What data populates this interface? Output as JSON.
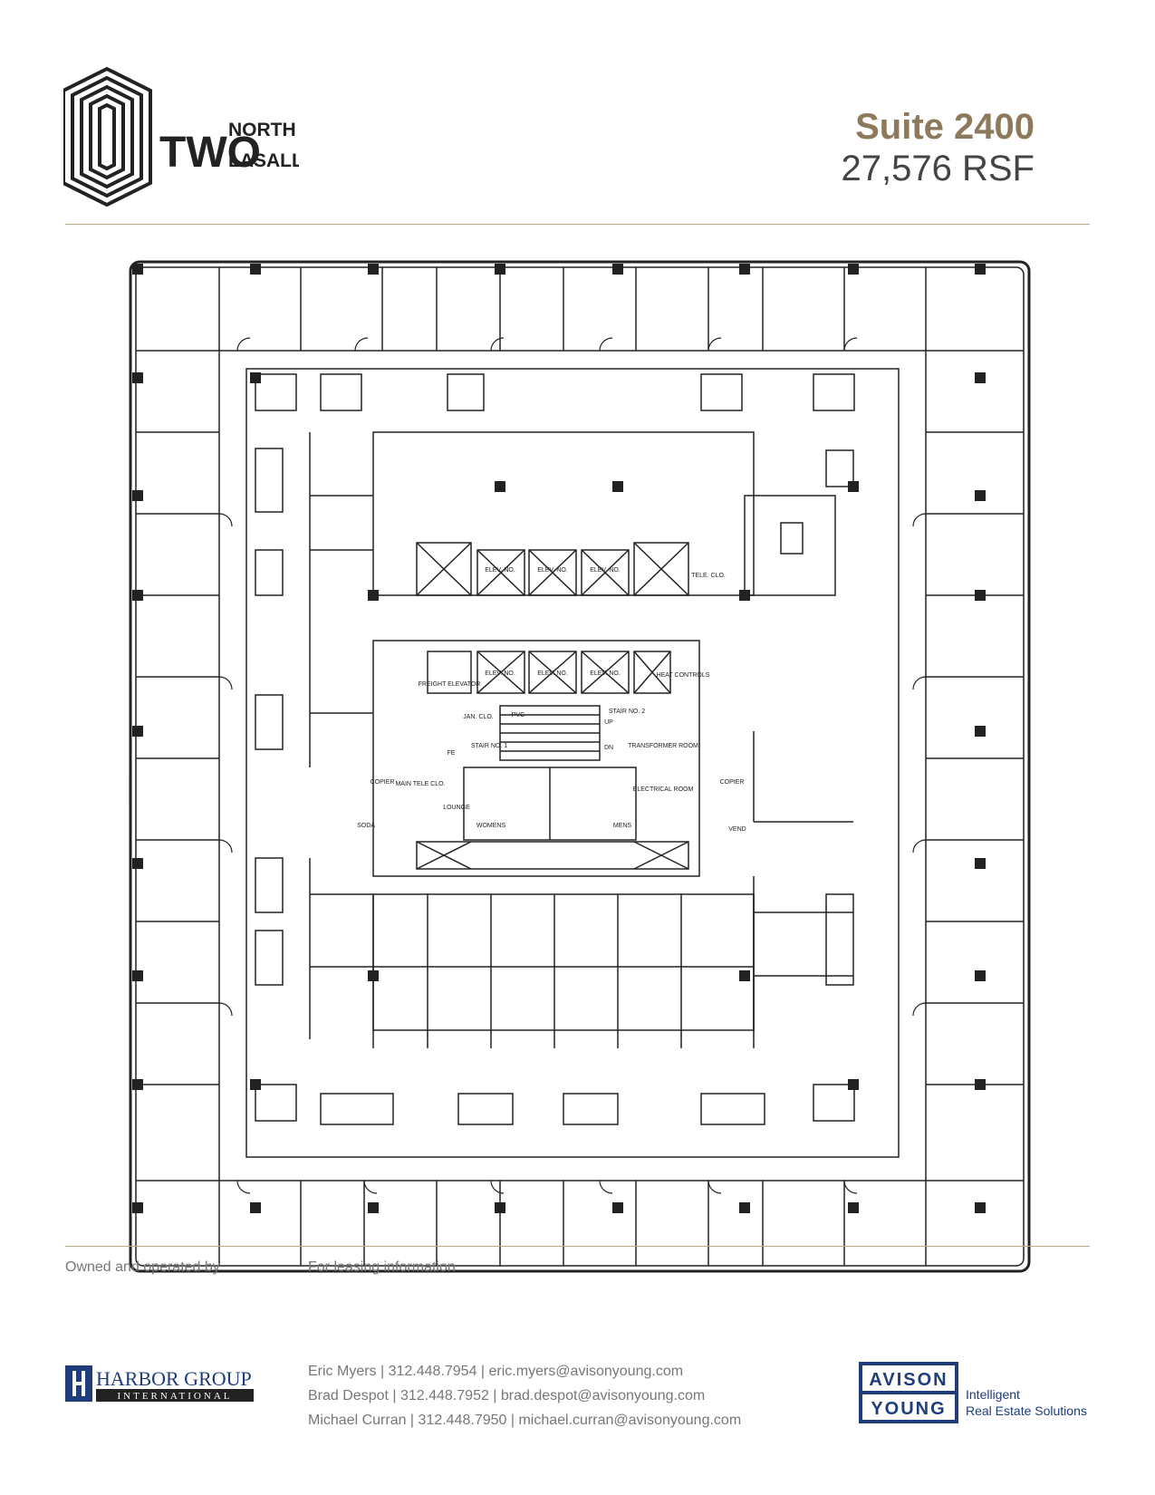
{
  "brand": {
    "word": "TWO",
    "line1": "NORTH",
    "line2": "LASALLE"
  },
  "suite": {
    "title": "Suite 2400",
    "area": "27,576 RSF"
  },
  "plan_labels": {
    "elev": "ELEV. NO.",
    "freight": "FREIGHT ELEVATOR",
    "tele": "TELE. CLO.",
    "heat_controls": "HEAT CONTROLS",
    "jan": "JAN. CLO.",
    "stair1": "STAIR NO. 1",
    "stair2": "STAIR NO. 2",
    "transformer": "TRANSFORMER ROOM",
    "electrical": "ELECTRICAL ROOM",
    "copier": "COPIER",
    "lounge": "LOUNGE",
    "womens": "WOMENS",
    "mens": "MENS",
    "soda": "SODA",
    "vend": "VEND",
    "main_tele": "MAIN TELE CLO.",
    "pvc": "PVC",
    "up": "UP",
    "dn": "DN",
    "fe": "FE"
  },
  "footer": {
    "owned_label": "Owned and operated by",
    "owner": {
      "line1": "HARBOR GROUP",
      "line2": "INTERNATIONAL"
    },
    "leasing_label": "For leasing information",
    "contacts": [
      "Eric Myers | 312.448.7954 | eric.myers@avisonyoung.com",
      "Brad Despot | 312.448.7952 | brad.despot@avisonyoung.com",
      "Michael Curran | 312.448.7950 | michael.curran@avisonyoung.com"
    ],
    "broker": {
      "line1": "AVISON",
      "line2": "YOUNG",
      "tag1": "Intelligent",
      "tag2": "Real Estate Solutions"
    }
  },
  "colors": {
    "gold": "#8d7a5c",
    "navy": "#1f3d7a",
    "gray_text": "#777777"
  }
}
